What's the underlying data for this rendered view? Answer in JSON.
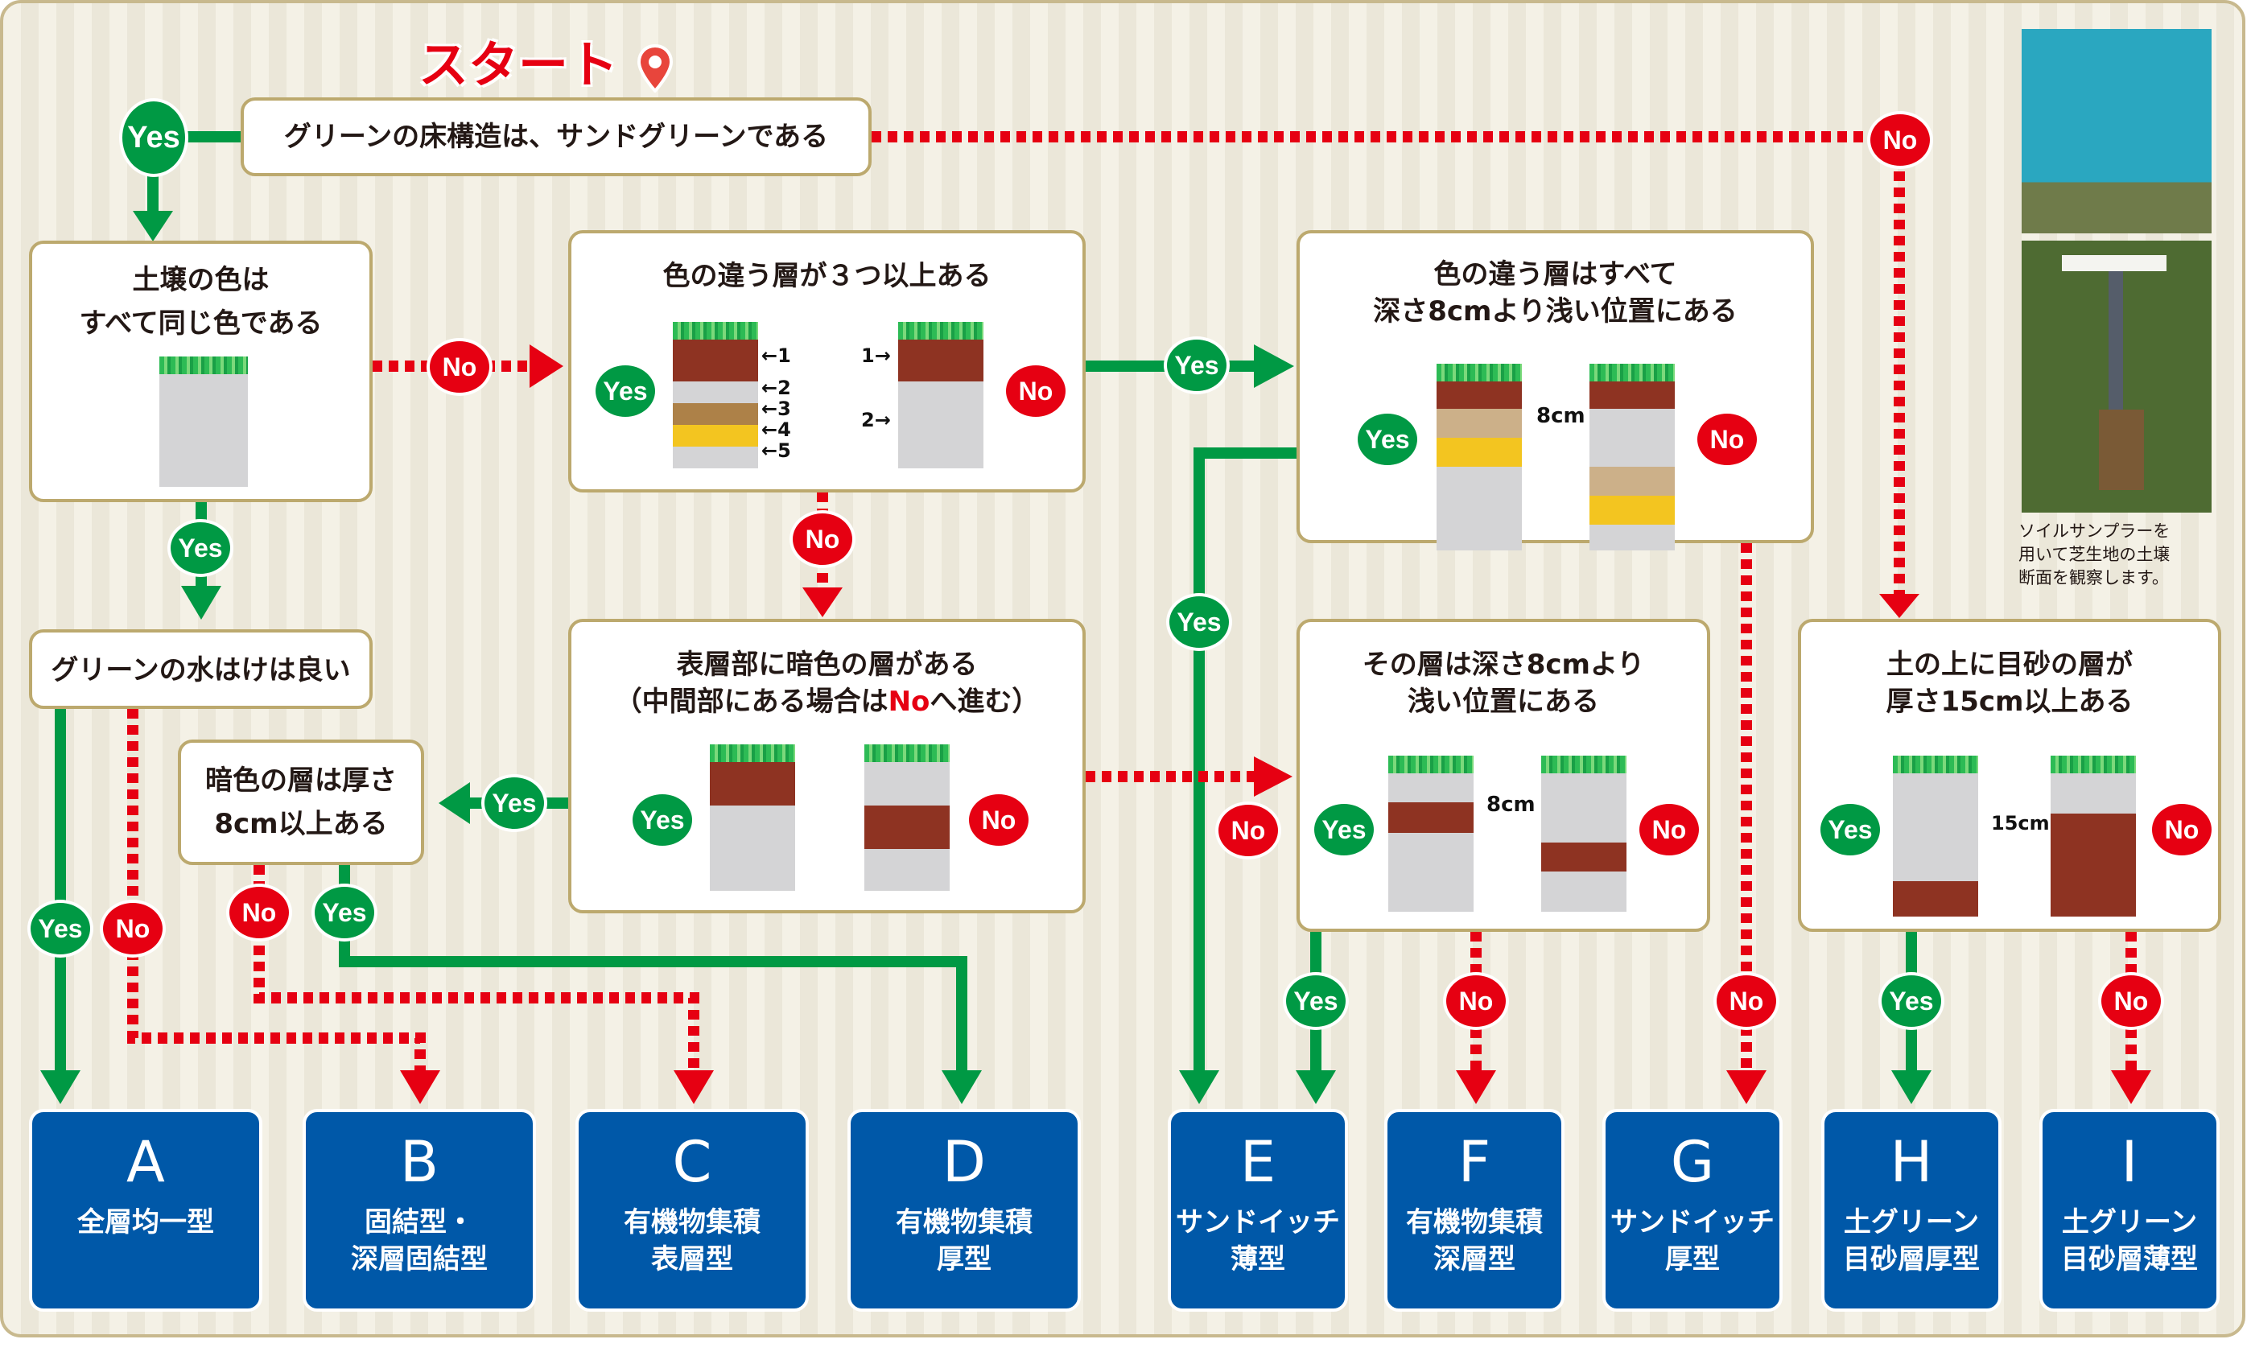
{
  "start": {
    "label": "スタート",
    "icon": "map-pin-icon"
  },
  "questions": {
    "q1": "グリーンの床構造は、サンドグリーンである",
    "q2": [
      "土壌の色は",
      "すべて同じ色である"
    ],
    "q3": "色の違う層が３つ以上ある",
    "q4": [
      "色の違う層はすべて",
      "深さ8cmより浅い位置にある"
    ],
    "q5": "グリーンの水はけは良い",
    "q6": [
      "暗色の層は厚さ",
      "8cm以上ある"
    ],
    "q7": {
      "line1": "表層部に暗色の層がある",
      "line2_pre": "（中間部にある場合は",
      "line2_no": "No",
      "line2_post": "へ進む）"
    },
    "q8": [
      "その層は深さ8cmより",
      "浅い位置にある"
    ],
    "q9": [
      "土の上に目砂の層が",
      "厚さ15cm以上ある"
    ]
  },
  "labels": {
    "yes": "Yes",
    "no": "No"
  },
  "diagram_labels": {
    "layers_yes": [
      "1",
      "2",
      "3",
      "4",
      "5"
    ],
    "layers_no": [
      "1",
      "2"
    ],
    "depth_8cm": "8cm",
    "depth_15cm": "15cm"
  },
  "photo_caption": [
    "ソイルサンプラーを",
    "用いて芝生地の土壌",
    "断面を観察します。"
  ],
  "results": [
    {
      "letter": "A",
      "name": [
        "全層均一型"
      ]
    },
    {
      "letter": "B",
      "name": [
        "固結型・",
        "深層固結型"
      ]
    },
    {
      "letter": "C",
      "name": [
        "有機物集積",
        "表層型"
      ]
    },
    {
      "letter": "D",
      "name": [
        "有機物集積",
        "厚型"
      ]
    },
    {
      "letter": "E",
      "name": [
        "サンドイッチ",
        "薄型"
      ]
    },
    {
      "letter": "F",
      "name": [
        "有機物集積",
        "深層型"
      ]
    },
    {
      "letter": "G",
      "name": [
        "サンドイッチ",
        "厚型"
      ]
    },
    {
      "letter": "H",
      "name": [
        "土グリーン",
        "目砂層厚型"
      ]
    },
    {
      "letter": "I",
      "name": [
        "土グリーン",
        "目砂層薄型"
      ]
    }
  ],
  "colors": {
    "yes": "#009944",
    "no": "#e60012",
    "result": "#0058a8",
    "border": "#bca96e"
  }
}
